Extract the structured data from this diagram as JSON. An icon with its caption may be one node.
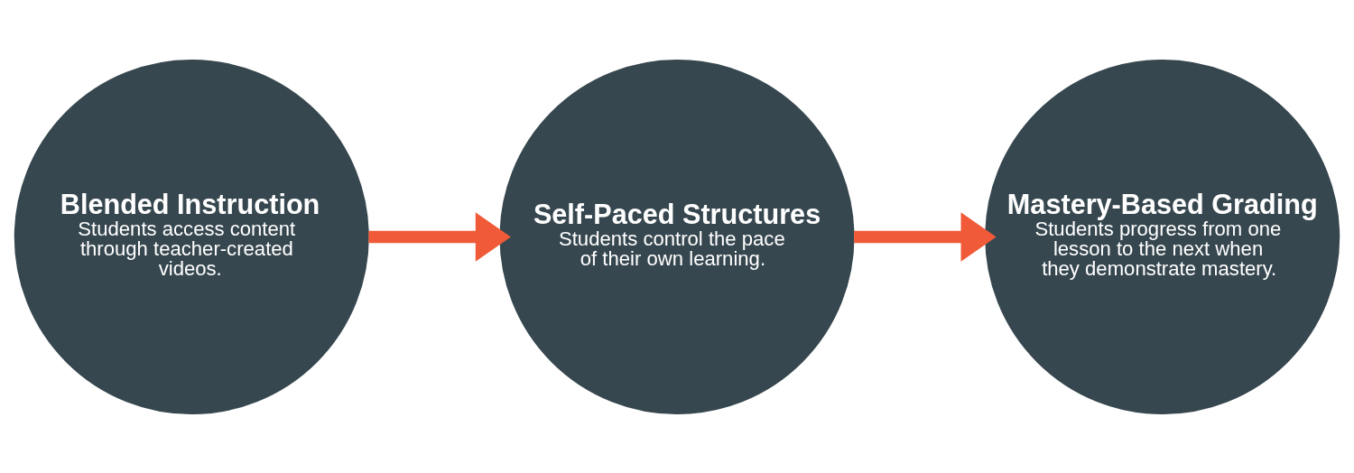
{
  "diagram": {
    "nodes": [
      {
        "text": [
          "Blended Instruction",
          "Students access content through teacher-created videos."
        ]
      },
      {
        "text": [
          "Self-Paced Structures",
          "Students control the pace of their own learning."
        ]
      },
      {
        "text": [
          "Mastery-Based Grading",
          "Students progress from one lesson to the next when they demonstrate mastery."
        ]
      }
    ],
    "edges": [
      {
        "from": 0,
        "to": 1,
        "arrow": "to"
      },
      {
        "from": 1,
        "to": 2,
        "arrow": "to"
      }
    ]
  }
}
